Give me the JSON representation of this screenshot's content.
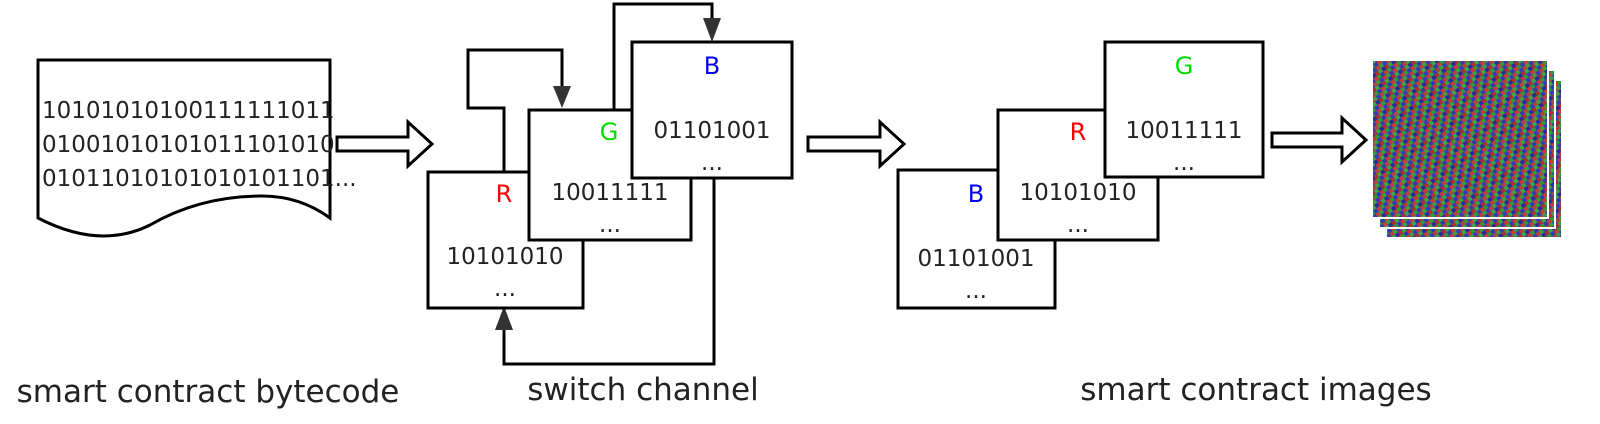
{
  "bytecode": {
    "lines": [
      "10101010100111111011",
      "01001010101011101010",
      "01011010101010101101..."
    ]
  },
  "switch_channel": {
    "R": {
      "label": "R",
      "value": "10101010",
      "more": "..."
    },
    "G": {
      "label": "G",
      "value": "10011111",
      "more": "..."
    },
    "B": {
      "label": "B",
      "value": "01101001",
      "more": "..."
    }
  },
  "images_stack": {
    "B": {
      "label": "B",
      "value": "01101001",
      "more": "..."
    },
    "R": {
      "label": "R",
      "value": "10101010",
      "more": "..."
    },
    "G": {
      "label": "G",
      "value": "10011111",
      "more": "..."
    }
  },
  "captions": {
    "bytecode": "smart contract bytecode",
    "switch": "switch channel",
    "images": "smart contract images"
  },
  "colors": {
    "R": "#ff0000",
    "G": "#00dd00",
    "B": "#0000ff"
  },
  "icons": {
    "output": "rgb-noise-image-stack-icon"
  }
}
